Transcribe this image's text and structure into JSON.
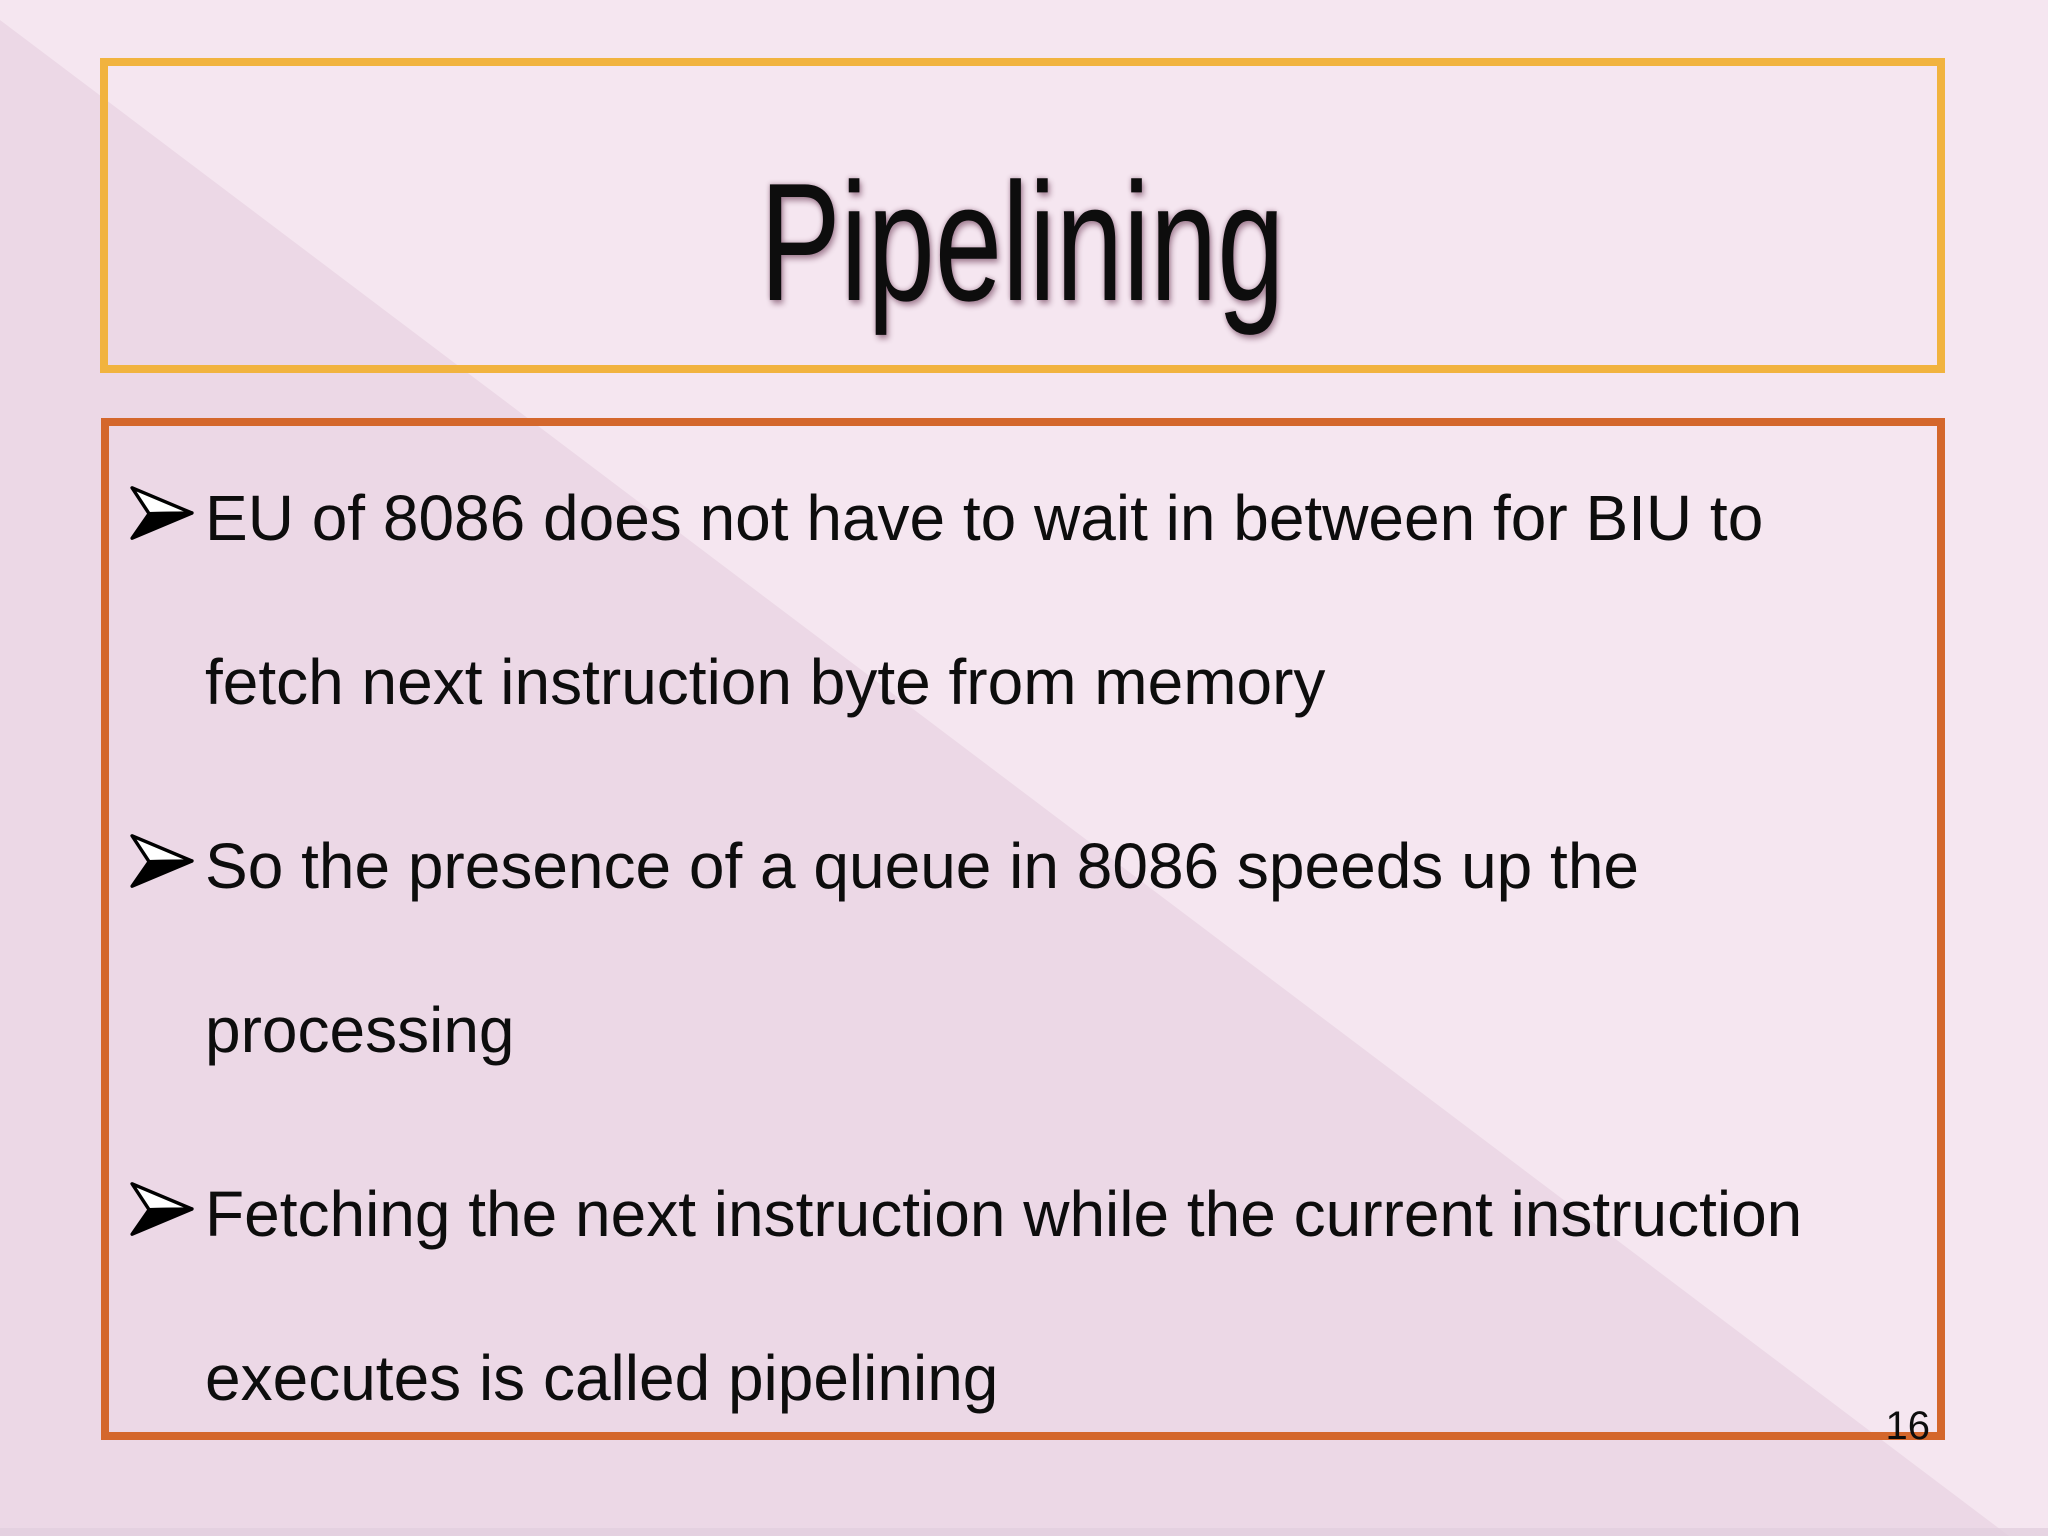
{
  "slide": {
    "title": "Pipelining",
    "page_number": "16",
    "bullets": [
      {
        "lines": [
          "EU of 8086 does not have to wait in between for BIU to",
          "fetch next instruction byte from memory"
        ]
      },
      {
        "lines": [
          "So the presence of a queue in 8086 speeds up the",
          "processing"
        ]
      },
      {
        "lines": [
          "Fetching the next instruction while the current instruction",
          "executes is called pipelining"
        ]
      }
    ],
    "bullet_icon": "arrowhead-right",
    "colors": {
      "bg_light": "#f5e6f0",
      "bg_dark": "#ecd8e6",
      "title_border": "#f1b33f",
      "content_border": "#d4672c",
      "text": "#0d0d0d"
    }
  }
}
